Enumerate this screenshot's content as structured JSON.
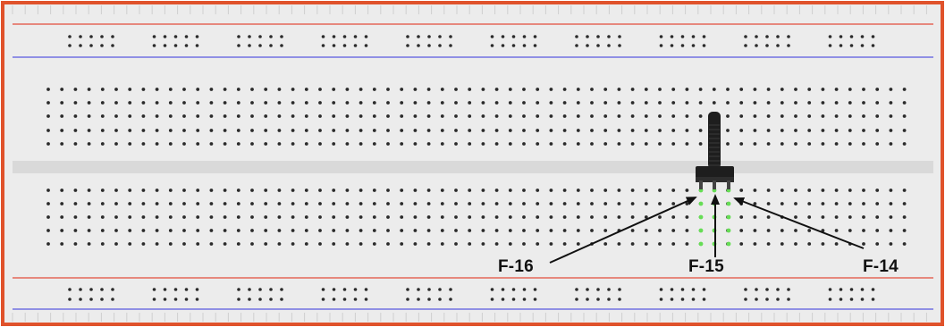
{
  "colors": {
    "frame": "#e0522b",
    "board": "#ececec",
    "power_rail_red": "#e24b3b",
    "power_rail_blue": "#5a5ae0",
    "hole": "#2b2b2b",
    "active_hole": "#66dd55",
    "potentiometer": "#1e1e1e",
    "pointer_arrow": "#111111"
  },
  "callouts": {
    "f16": "F-16",
    "f15": "F-15",
    "f14": "F-14"
  },
  "component": {
    "icon": "potentiometer-icon"
  }
}
